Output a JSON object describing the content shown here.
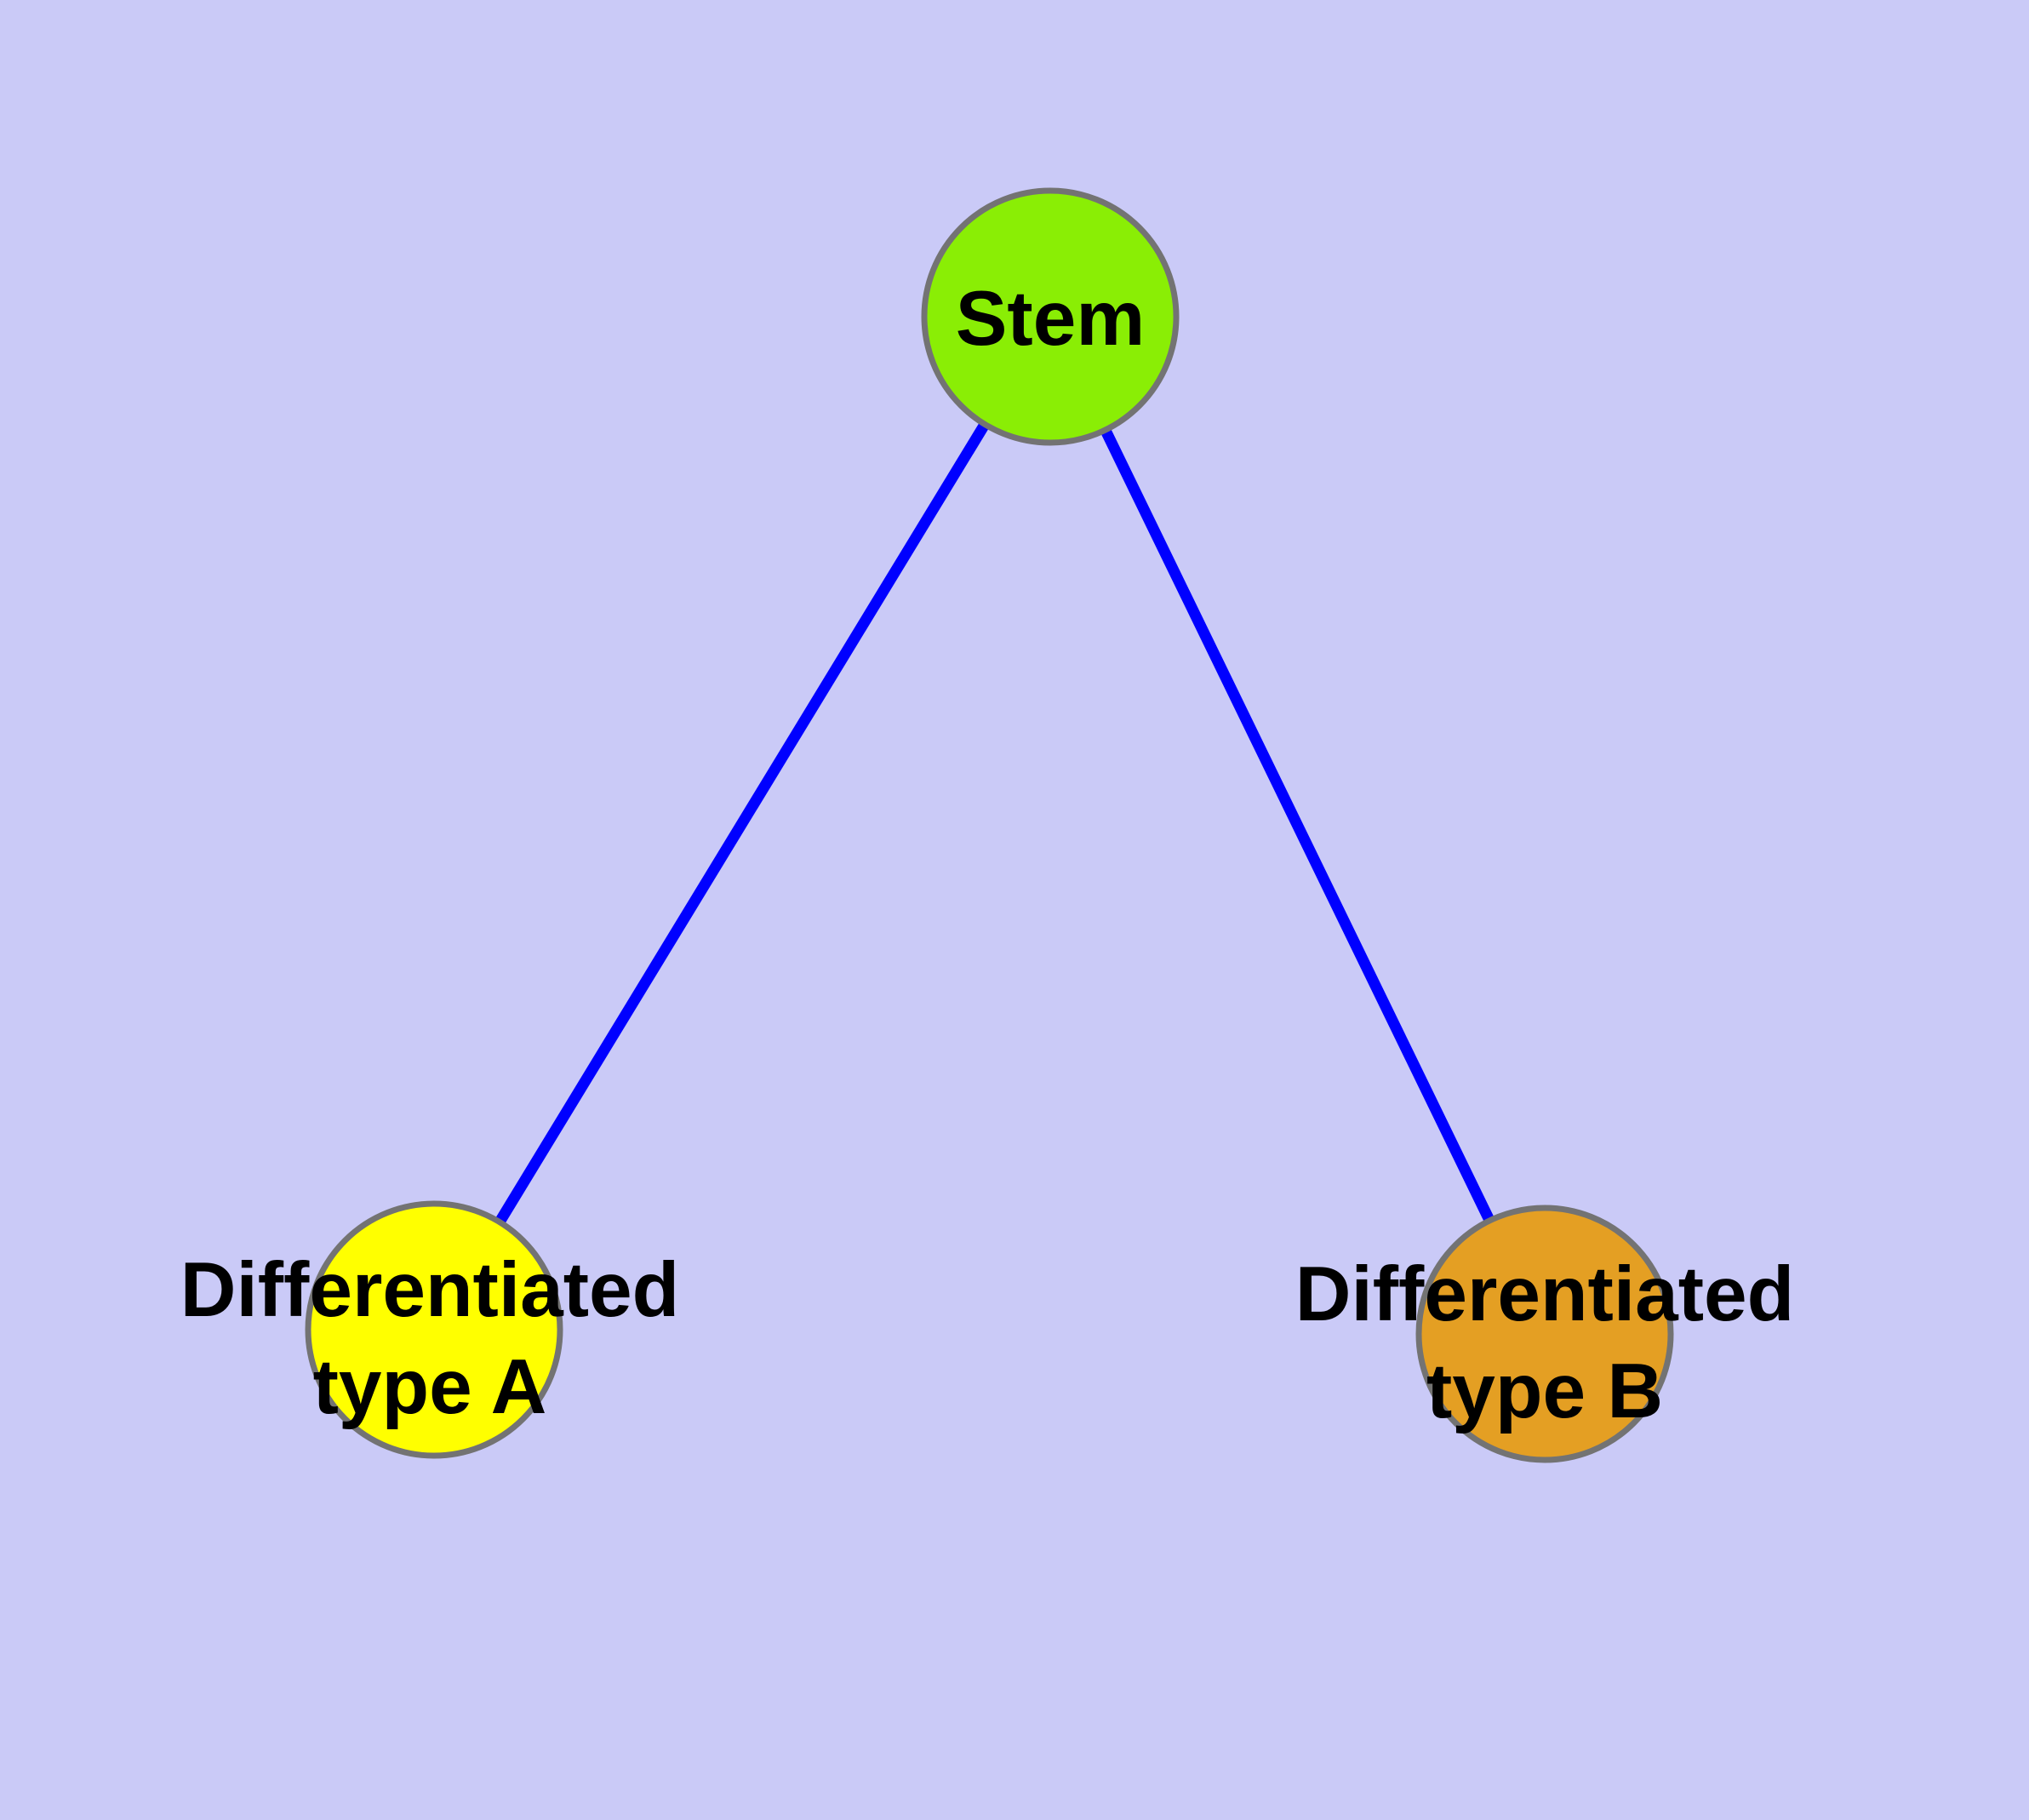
{
  "diagram": {
    "background_color": "#cacaf7",
    "edge_color": "#0000ff",
    "node_border_color": "#737373",
    "nodes": [
      {
        "id": "stem",
        "label": "Stem",
        "line1": "Stem",
        "line2": "",
        "fill": "#8aee05"
      },
      {
        "id": "type-a",
        "label": "Differentiated type A",
        "line1": "Differentiated",
        "line2": "type A",
        "fill": "#ffff00"
      },
      {
        "id": "type-b",
        "label": "Differentiated type B",
        "line1": "Differentiated",
        "line2": "type B",
        "fill": "#e49f23"
      }
    ],
    "edges": [
      {
        "from": "Stem",
        "to": "Differentiated type A"
      },
      {
        "from": "Stem",
        "to": "Differentiated type B"
      }
    ]
  }
}
